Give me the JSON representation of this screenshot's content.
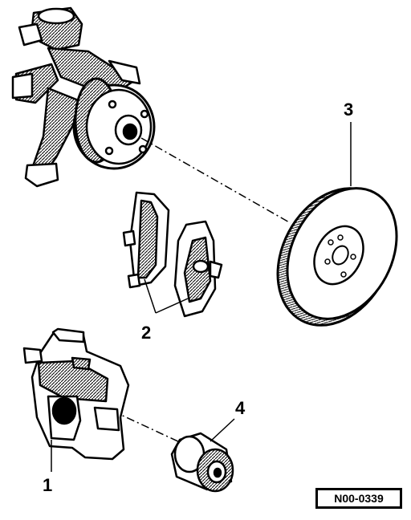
{
  "callouts": {
    "caliper": "1",
    "pads": "2",
    "disc": "3",
    "guide_bolt": "4"
  },
  "reference_code": "N00-0339",
  "colors": {
    "ink": "#000000",
    "paper": "#ffffff",
    "shade": "#9a9a9a",
    "mid": "#c8c8c8"
  }
}
